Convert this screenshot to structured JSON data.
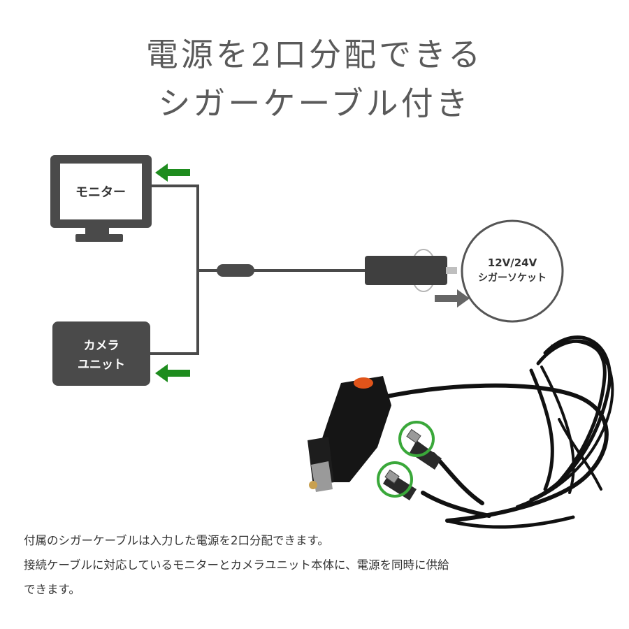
{
  "title": {
    "line1": "電源を2口分配できる",
    "line2": "シガーケーブル付き"
  },
  "diagram": {
    "monitor_label": "モニター",
    "camera_label_line1": "カメラ",
    "camera_label_line2": "ユニット",
    "socket_label_line1": "12V/24V",
    "socket_label_line2": "シガーソケット"
  },
  "description": {
    "line1": "付属のシガーケーブルは入力した電源を2口分配できます。",
    "line2": "接続ケーブルに対応しているモニターとカメラユニット本体に、電源を同時に供給",
    "line3": "できます。"
  },
  "colors": {
    "dark_gray": "#4a4a4a",
    "arrow_green": "#1e8c1e",
    "arrow_gray": "#666666",
    "highlight_green": "#3aa83a"
  }
}
